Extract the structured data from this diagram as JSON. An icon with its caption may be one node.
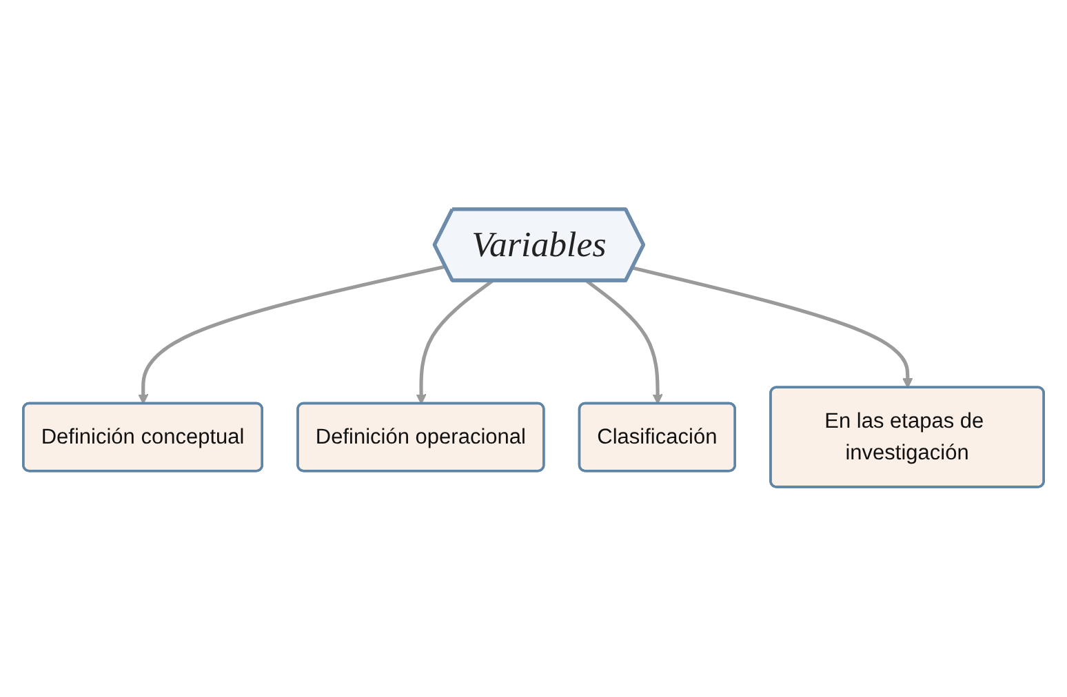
{
  "diagram": {
    "nodes": [
      {
        "text": [
          "Variables"
        ]
      },
      {
        "text": [
          "Definición conceptual"
        ]
      },
      {
        "text": [
          "Definición operacional"
        ]
      },
      {
        "text": [
          "Clasificación"
        ]
      },
      {
        "text": [
          "En las etapas de investigación"
        ]
      }
    ],
    "edges": [
      {
        "from": 0,
        "to": 1,
        "arrow": "to"
      },
      {
        "from": 0,
        "to": 2,
        "arrow": "to"
      },
      {
        "from": 0,
        "to": 3,
        "arrow": "to"
      },
      {
        "from": 0,
        "to": 4,
        "arrow": "to"
      }
    ]
  }
}
